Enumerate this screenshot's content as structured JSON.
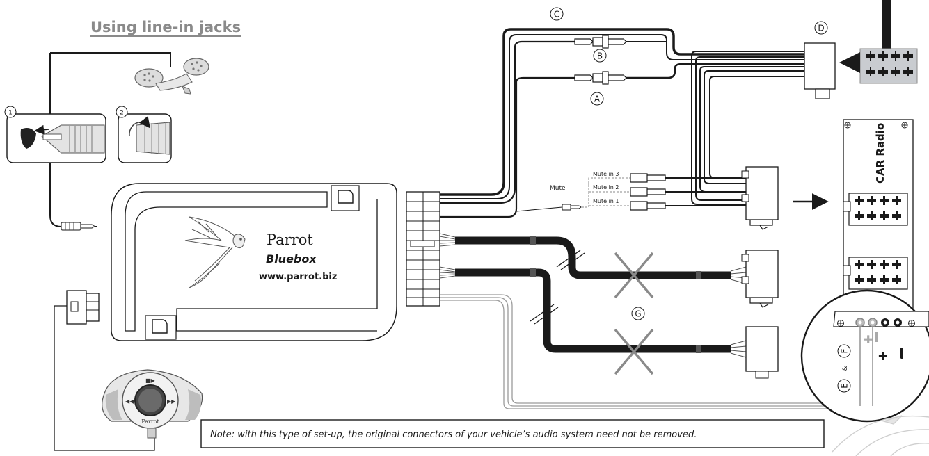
{
  "title": "Using line-in jacks",
  "unit": {
    "brand": "Parrot",
    "model": "Bluebox",
    "url": "www.parrot.biz"
  },
  "remote": {
    "label": "Parrot"
  },
  "steps": [
    "1",
    "2"
  ],
  "callouts": {
    "a": "A",
    "b": "B",
    "c": "C",
    "d": "D",
    "g": "G",
    "e": "E",
    "amp": "&",
    "f": "F"
  },
  "mute": {
    "label": "Mute",
    "inputs": [
      "Mute in 3",
      "Mute in 2",
      "Mute in 1"
    ]
  },
  "radio": {
    "label": "CAR Radio"
  },
  "note": "Note: with this type of set-up, the original connectors of your vehicle’s audio system need not be removed.",
  "colors": {
    "cable": "#1a1a1a",
    "cut": "#8a8a8a",
    "grey_wire": "#aaaaaa",
    "iso_block": "#c9ccd0"
  }
}
